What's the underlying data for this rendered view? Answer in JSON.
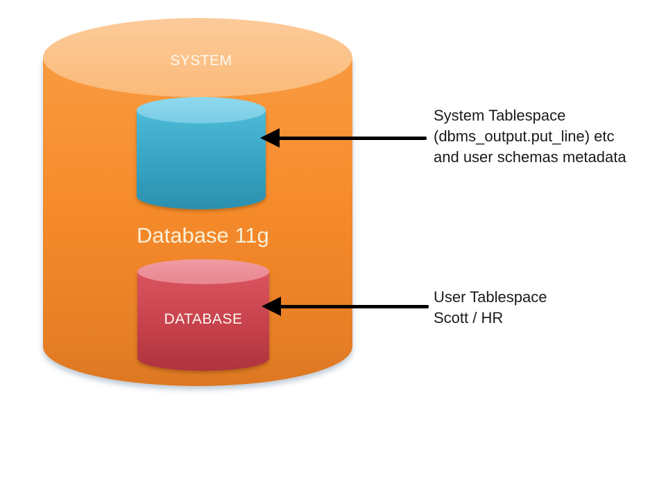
{
  "diagram": {
    "title": "Database 11g",
    "outer_cylinder": {
      "body_color": "#F68B2B",
      "top_color": "#FBBA79"
    },
    "cylinders": [
      {
        "id": "system",
        "label": "SYSTEM",
        "body_color": "#37A3C2",
        "top_color": "#7FD0E8"
      },
      {
        "id": "database",
        "label": "DATABASE",
        "body_color": "#C6414B",
        "top_color": "#EE9098"
      }
    ],
    "title_color": "#FAF0D8",
    "label_color": "#FFFFFF",
    "arrow_color": "#000000",
    "annotation_color": "#1A1A1A",
    "background_color": "#FFFFFF"
  },
  "annotations": [
    {
      "target": "system",
      "lines": [
        "System Tablespace",
        "(dbms_output.put_line) etc",
        "and user schemas metadata"
      ]
    },
    {
      "target": "database",
      "lines": [
        "User Tablespace",
        "Scott / HR"
      ]
    }
  ]
}
